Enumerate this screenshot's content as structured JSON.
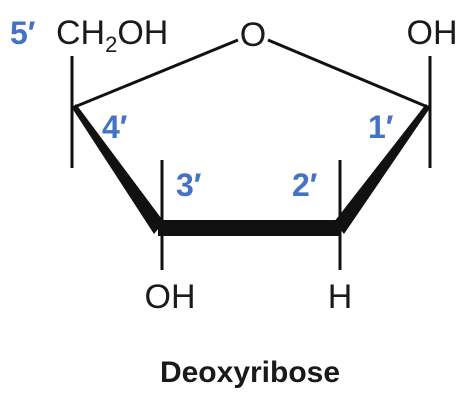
{
  "caption": "Deoxyribose",
  "ring_oxygen": "O",
  "c5_group": {
    "main": "CH",
    "subscript": "2",
    "tail": "OH"
  },
  "c1_group": "OH",
  "c3_group": "OH",
  "c2_group": "H",
  "carbon_numbers": {
    "c5": "5′",
    "c4": "4′",
    "c3": "3′",
    "c2": "2′",
    "c1": "1′"
  },
  "colors": {
    "carbon_number": "#4472c4",
    "hydrogen_highlight": "#e8334a",
    "bond": "#111111"
  }
}
